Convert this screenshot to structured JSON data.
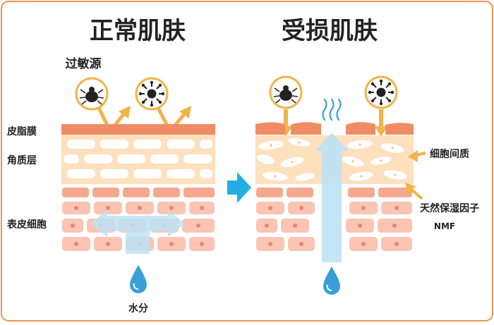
{
  "titles": {
    "normal": "正常肌肤",
    "damaged": "受损肌肤"
  },
  "labels": {
    "allergen": "过敏源",
    "sebum": "皮脂膜",
    "stratum_corneum": "角质层",
    "epidermal_cells": "表皮细胞",
    "water": "水分",
    "intercellular": "细胞间质",
    "nmf_line1": "天然保湿因子",
    "nmf_line2": "NMF"
  },
  "icons": {
    "allergen": "dust-mite-icon",
    "virus": "virus-icon",
    "water": "water-drop-icon",
    "evaporation": "steam-icon",
    "transition": "right-arrow-icon"
  },
  "colors": {
    "frame": "#f0925a",
    "title": "#222222",
    "sebum": "#ef8c66",
    "corneum_bg": "#fde0bd",
    "corneum_cell": "#ffffff",
    "epidermis": "#f6a88e",
    "epidermis_light": "#fbc4b3",
    "nucleus": "#ea8371",
    "arrow_gold": "#f2b34b",
    "water_blue": "#3a9fd8",
    "flow_blue": "#bde3f6",
    "transition": "#22aee3"
  }
}
